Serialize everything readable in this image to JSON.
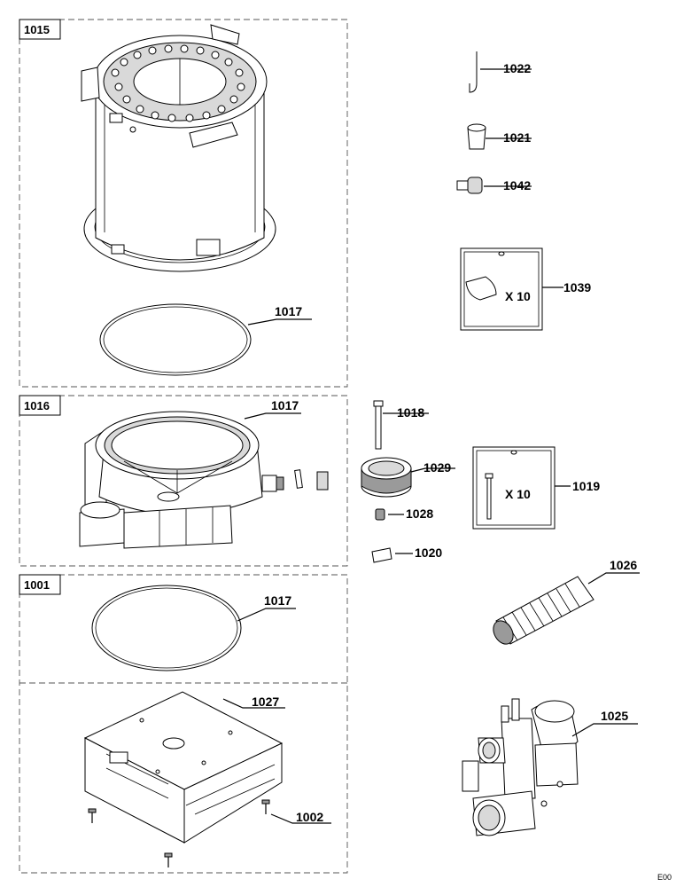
{
  "groups": [
    {
      "id": "1015"
    },
    {
      "id": "1016"
    },
    {
      "id": "1001"
    }
  ],
  "parts": {
    "p1017a": "1017",
    "p1017b": "1017",
    "p1017c": "1017",
    "p1022": "1022",
    "p1021": "1021",
    "p1042": "1042",
    "p1039": "1039",
    "p1018": "1018",
    "p1029": "1029",
    "p1028": "1028",
    "p1020": "1020",
    "p1019": "1019",
    "p1026": "1026",
    "p1027": "1027",
    "p1025": "1025",
    "p1002": "1002"
  },
  "bags": {
    "qty_1039": "X 10",
    "qty_1019": "X 10"
  },
  "footer": "E00"
}
